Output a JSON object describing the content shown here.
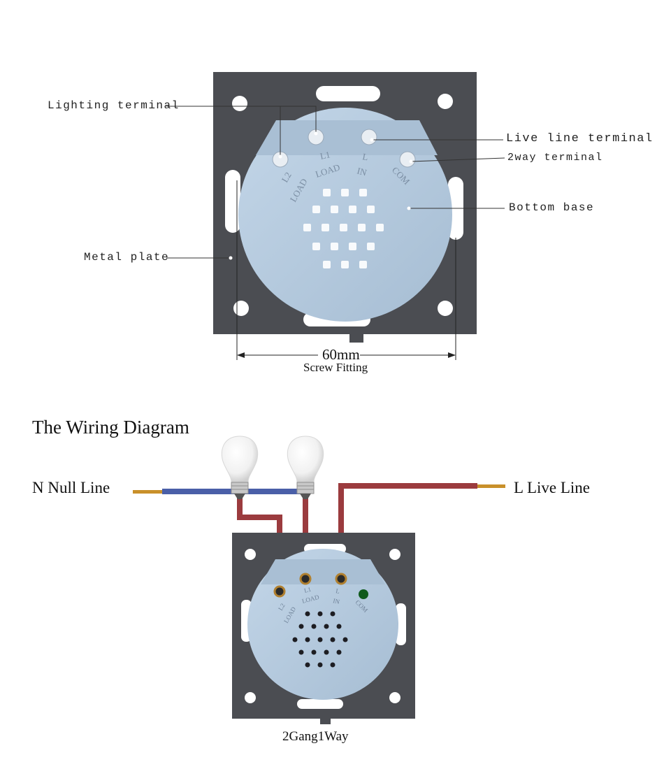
{
  "diagram1": {
    "labels": {
      "lighting_terminal": "Lighting terminal",
      "live_line_terminal": "Live line terminal",
      "twoway_terminal": "2way terminal",
      "bottom_base": "Bottom base",
      "metal_plate": "Metal plate"
    },
    "terminals": {
      "l2": "L2",
      "load_l2": "LOAD",
      "l1": "L1",
      "load_l1": "LOAD",
      "l": "L",
      "in": "IN",
      "com": "COM"
    },
    "dimension": "60mm",
    "dimension_caption": "Screw Fitting"
  },
  "diagram2": {
    "title": "The Wiring Diagram",
    "neutral_label": "N Null Line",
    "live_label": "L Live Line",
    "caption": "2Gang1Way",
    "terminals": {
      "l2": "L2",
      "load_l2": "LOAD",
      "l1": "L1",
      "load_l1": "LOAD",
      "l": "L",
      "in": "IN",
      "com": "COM"
    }
  },
  "colors": {
    "plate": "#4b4d52",
    "base": "#b3c9de",
    "neutral_wire": "#4a5fa8",
    "live_wire": "#9b3b3e",
    "com_dot": "#0f5a1c"
  }
}
